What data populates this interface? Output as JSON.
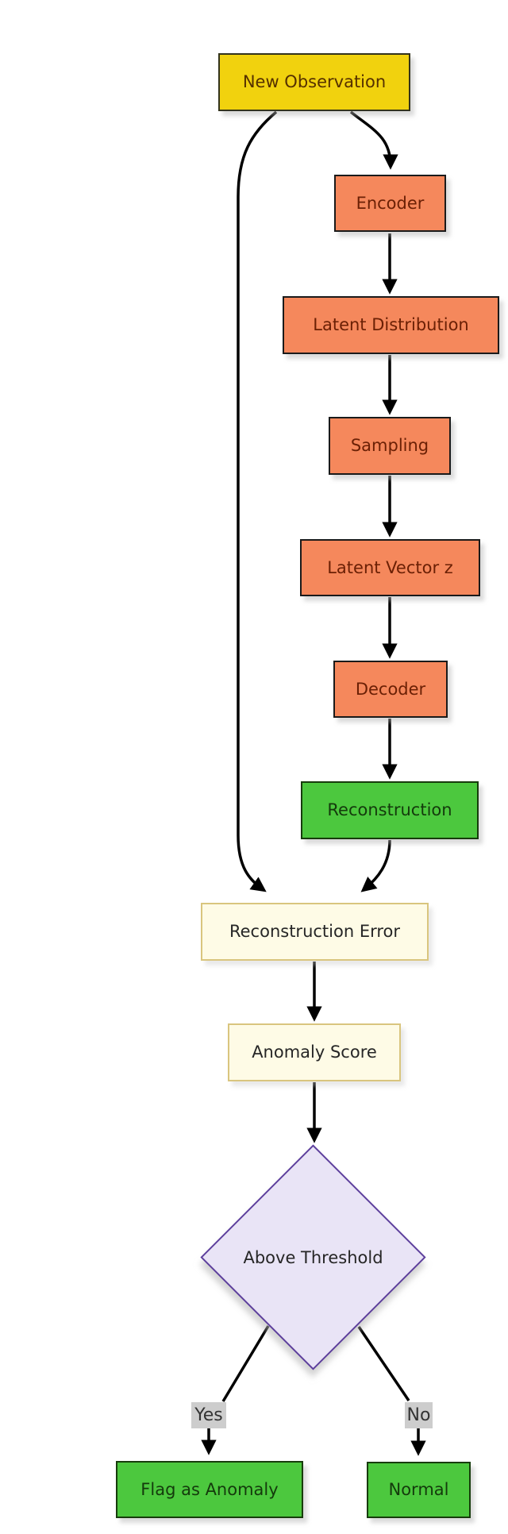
{
  "diagram": {
    "type": "flowchart",
    "background": "#ffffff",
    "arrow_color": "#000000",
    "nodes": [
      {
        "id": "new-observation",
        "label": "New Observation",
        "shape": "rect",
        "fill": "#f1d20e",
        "stroke": "#33331c",
        "text_color": "#553000"
      },
      {
        "id": "encoder",
        "label": "Encoder",
        "shape": "rect",
        "fill": "#f5885c",
        "stroke": "#1a1a1a",
        "text_color": "#6b2005"
      },
      {
        "id": "latent-distribution",
        "label": "Latent Distribution",
        "shape": "rect",
        "fill": "#f5885c",
        "stroke": "#1a1a1a",
        "text_color": "#6b2005"
      },
      {
        "id": "sampling",
        "label": "Sampling",
        "shape": "rect",
        "fill": "#f5885c",
        "stroke": "#1a1a1a",
        "text_color": "#6b2005"
      },
      {
        "id": "latent-vector-z",
        "label": "Latent Vector z",
        "shape": "rect",
        "fill": "#f5885c",
        "stroke": "#1a1a1a",
        "text_color": "#6b2005"
      },
      {
        "id": "decoder",
        "label": "Decoder",
        "shape": "rect",
        "fill": "#f5885c",
        "stroke": "#1a1a1a",
        "text_color": "#6b2005"
      },
      {
        "id": "reconstruction",
        "label": "Reconstruction",
        "shape": "rect",
        "fill": "#4cc83e",
        "stroke": "#173c0c",
        "text_color": "#143a0c"
      },
      {
        "id": "reconstruction-error",
        "label": "Reconstruction Error",
        "shape": "rect",
        "fill": "#fefbe6",
        "stroke": "#d9c57e",
        "text_color": "#262626"
      },
      {
        "id": "anomaly-score",
        "label": "Anomaly Score",
        "shape": "rect",
        "fill": "#fefbe6",
        "stroke": "#d9c57e",
        "text_color": "#262626"
      },
      {
        "id": "above-threshold",
        "label": "Above Threshold",
        "shape": "diamond",
        "fill": "#e9e4f6",
        "stroke": "#5c3e9c",
        "text_color": "#262626"
      },
      {
        "id": "flag-as-anomaly",
        "label": "Flag as Anomaly",
        "shape": "rect",
        "fill": "#4cc83e",
        "stroke": "#173c0c",
        "text_color": "#143a0c"
      },
      {
        "id": "normal",
        "label": "Normal",
        "shape": "rect",
        "fill": "#4cc83e",
        "stroke": "#173c0c",
        "text_color": "#143a0c"
      }
    ],
    "edge_labels": [
      {
        "id": "yes",
        "label": "Yes",
        "fill": "#cdcdcd",
        "text_color": "#333333"
      },
      {
        "id": "no",
        "label": "No",
        "fill": "#cdcdcd",
        "text_color": "#333333"
      }
    ],
    "edges": [
      {
        "from": "new-observation",
        "to": "reconstruction-error",
        "label": ""
      },
      {
        "from": "new-observation",
        "to": "encoder",
        "label": ""
      },
      {
        "from": "encoder",
        "to": "latent-distribution",
        "label": ""
      },
      {
        "from": "latent-distribution",
        "to": "sampling",
        "label": ""
      },
      {
        "from": "sampling",
        "to": "latent-vector-z",
        "label": ""
      },
      {
        "from": "latent-vector-z",
        "to": "decoder",
        "label": ""
      },
      {
        "from": "decoder",
        "to": "reconstruction",
        "label": ""
      },
      {
        "from": "reconstruction",
        "to": "reconstruction-error",
        "label": ""
      },
      {
        "from": "reconstruction-error",
        "to": "anomaly-score",
        "label": ""
      },
      {
        "from": "anomaly-score",
        "to": "above-threshold",
        "label": ""
      },
      {
        "from": "above-threshold",
        "to": "flag-as-anomaly",
        "label": "Yes"
      },
      {
        "from": "above-threshold",
        "to": "normal",
        "label": "No"
      }
    ]
  }
}
